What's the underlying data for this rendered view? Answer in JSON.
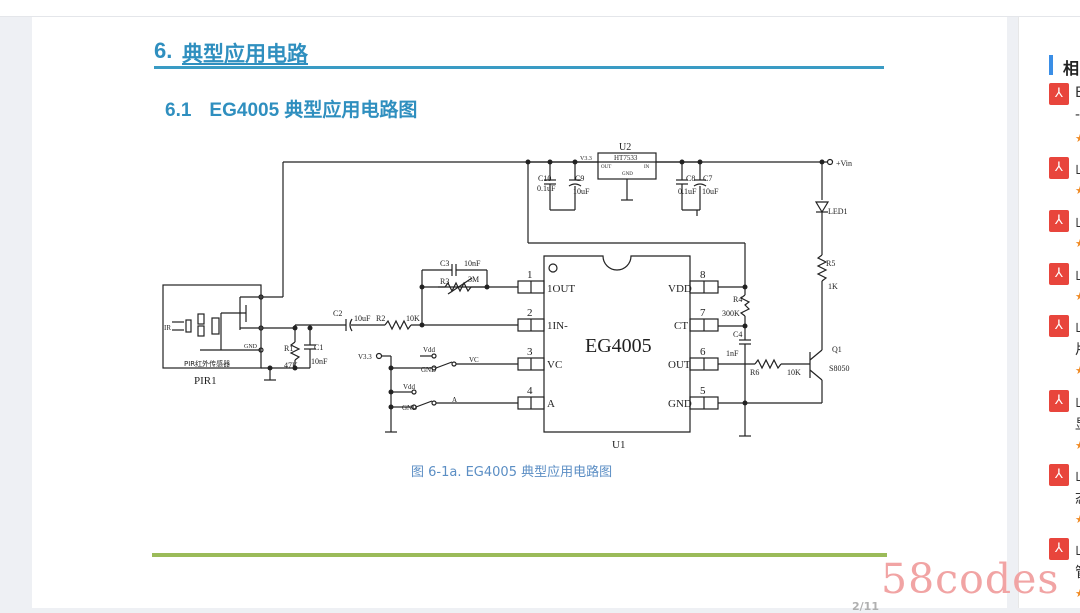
{
  "heading1": {
    "number": "6.",
    "title": "典型应用电路"
  },
  "heading2": {
    "number": "6.1",
    "title": "EG4005 典型应用电路图"
  },
  "caption": "图 6-1a. EG4005 典型应用电路图",
  "page_number": "2/11",
  "watermark": "58codes",
  "right_panel": {
    "title": "相",
    "items": [
      {
        "line1": "E",
        "line2": "-"
      },
      {
        "line1": "山",
        "line2": ""
      },
      {
        "line1": "山",
        "line2": ""
      },
      {
        "line1": "山",
        "line2": ""
      },
      {
        "line1": "山",
        "line2": "片"
      },
      {
        "line1": "山",
        "line2": "显"
      },
      {
        "line1": "山",
        "line2": "态"
      },
      {
        "line1": "山",
        "line2": "管"
      }
    ]
  },
  "schematic": {
    "chip_name": "EG4005",
    "chip_ref": "U1",
    "pins_left": [
      {
        "num": "1",
        "name": "1OUT"
      },
      {
        "num": "2",
        "name": "1IN-"
      },
      {
        "num": "3",
        "name": "VC"
      },
      {
        "num": "4",
        "name": "A"
      }
    ],
    "pins_right": [
      {
        "num": "8",
        "name": "VDD"
      },
      {
        "num": "7",
        "name": "CT"
      },
      {
        "num": "6",
        "name": "OUT"
      },
      {
        "num": "5",
        "name": "GND"
      }
    ],
    "regulator": {
      "ref": "U2",
      "part": "HT7533",
      "out": "OUT",
      "in": "IN",
      "gnd": "GND",
      "v33": "V3.3"
    },
    "vin": "+Vin",
    "sensor": {
      "ref": "PIR1",
      "label": "PIR红外传感器",
      "ir": "IR",
      "gnd": "GND"
    },
    "labels": {
      "c10": "C10",
      "c10v": "0.1uF",
      "c9": "C9",
      "c9v": "10uF",
      "c8": "C8",
      "c8v": "0.1uF",
      "c7": "C7",
      "c7v": "10uF",
      "led1": "LED1",
      "r5": "R5",
      "r5v": "1K",
      "c3": "C3",
      "c3v": "10nF",
      "r3": "R3",
      "r3v": "3M",
      "c2": "C2",
      "c2v": "10uF",
      "r2": "R2",
      "r2v": "10K",
      "r1": "R1",
      "r1v": "47K",
      "c1": "C1",
      "c1v": "10nF",
      "v33": "V3.3",
      "vdd": "Vdd",
      "gnd": "GND",
      "vc": "VC",
      "a": "A",
      "r4": "R4",
      "r4v": "300K",
      "c4": "C4",
      "c4v": "1nF",
      "r6": "R6",
      "r6v": "10K",
      "q1": "Q1",
      "q1p": "S8050"
    }
  }
}
